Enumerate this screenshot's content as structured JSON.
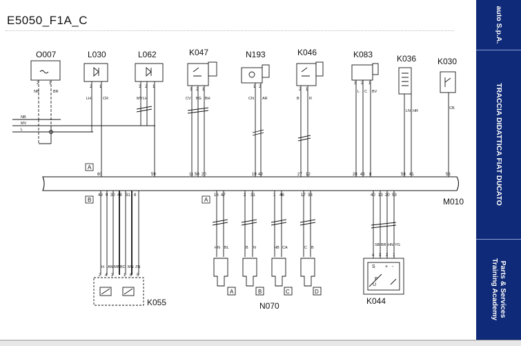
{
  "title": "E5050_F1A_C",
  "sidebar": {
    "top": "auto S.p.A.",
    "middle": "TRACCIA DIDATTICA FIAT DUCATO",
    "bottom_line1": "Parts & Services",
    "bottom_line2": "Training Academy"
  },
  "components": {
    "o007": "O007",
    "l030": "L030",
    "l062": "L062",
    "k047": "K047",
    "n193": "N193",
    "k046": "K046",
    "k083": "K083",
    "k036": "K036",
    "k030": "K030",
    "m010": "M010",
    "k055": "K055",
    "n070": "N070",
    "k044": "K044"
  },
  "connectors": {
    "a_top": "A",
    "b_bottom": "B",
    "a_bottom": "A"
  },
  "injector_tags": [
    "A",
    "B",
    "C",
    "D"
  ],
  "bus_lines": [
    "NB",
    "MV",
    "L"
  ],
  "sensor_marks": [
    "P",
    "U",
    "S",
    "+",
    "-"
  ],
  "top_wires": [
    {
      "pins": "2",
      "color": "NB",
      "pin": ""
    },
    {
      "pins": "1",
      "color": "BR",
      "pin": ""
    },
    {
      "pins": "2",
      "color": "LH",
      "pin": "60"
    },
    {
      "pins": "1",
      "color": "CR",
      "pin": ""
    },
    {
      "pins": "3",
      "color": "MV",
      "pin": ""
    },
    {
      "pins": "2",
      "color": "LH",
      "pin": "59"
    },
    {
      "pins": "1",
      "color": "",
      "pin": ""
    },
    {
      "pins": "3",
      "color": "CV",
      "pin": "11"
    },
    {
      "pins": "2",
      "color": "BG",
      "pin": "50"
    },
    {
      "pins": "1",
      "color": "BH",
      "pin": "20"
    },
    {
      "pins": "1",
      "color": "CN",
      "pin": "19"
    },
    {
      "pins": "2",
      "color": "AR",
      "pin": "49"
    },
    {
      "pins": "2",
      "color": "B",
      "pin": "27"
    },
    {
      "pins": "1",
      "color": "R",
      "pin": "12"
    },
    {
      "pins": "3",
      "color": "L",
      "pin": "28"
    },
    {
      "pins": "2",
      "color": "C",
      "pin": "43"
    },
    {
      "pins": "1",
      "color": "BV",
      "pin": "8"
    },
    {
      "pins": "",
      "color": "LN",
      "pin": "58"
    },
    {
      "pins": "",
      "color": "HR",
      "pin": "41"
    },
    {
      "pins": "",
      "color": "CB",
      "pin": "56"
    }
  ],
  "k055_wires": [
    {
      "pin_top": "49",
      "color": "H",
      "pin_bot": "2"
    },
    {
      "pin_top": "9",
      "color": "AN",
      "pin_bot": "4"
    },
    {
      "pin_top": "30",
      "color": "MB",
      "pin_bot": "3"
    },
    {
      "pin_top": "48",
      "color": "BC",
      "pin_bot": "1"
    },
    {
      "pin_top": "31",
      "color": "MN",
      "pin_bot": "6"
    },
    {
      "pin_top": "8",
      "color": "ZN",
      "pin_bot": "5"
    }
  ],
  "n070_wires": [
    {
      "pin": "16",
      "color": "HN"
    },
    {
      "pin": "47",
      "color": "BL"
    },
    {
      "pin": "2",
      "color": "B"
    },
    {
      "pin": "31",
      "color": "N"
    },
    {
      "pin": "1",
      "color": "HB"
    },
    {
      "pin": "46",
      "color": "CA"
    },
    {
      "pin": "17",
      "color": "C"
    },
    {
      "pin": "33",
      "color": "B"
    }
  ],
  "k044_wires": [
    {
      "pin_top": "40",
      "color": "SB",
      "pin_bot": "4"
    },
    {
      "pin_top": "13",
      "color": "BR",
      "pin_bot": "3"
    },
    {
      "pin_top": "20",
      "color": "HN",
      "pin_bot": "2"
    },
    {
      "pin_top": "53",
      "color": "YG",
      "pin_bot": "1"
    }
  ],
  "colors": {
    "sidebar": "#0f2a78",
    "line": "#111111"
  }
}
